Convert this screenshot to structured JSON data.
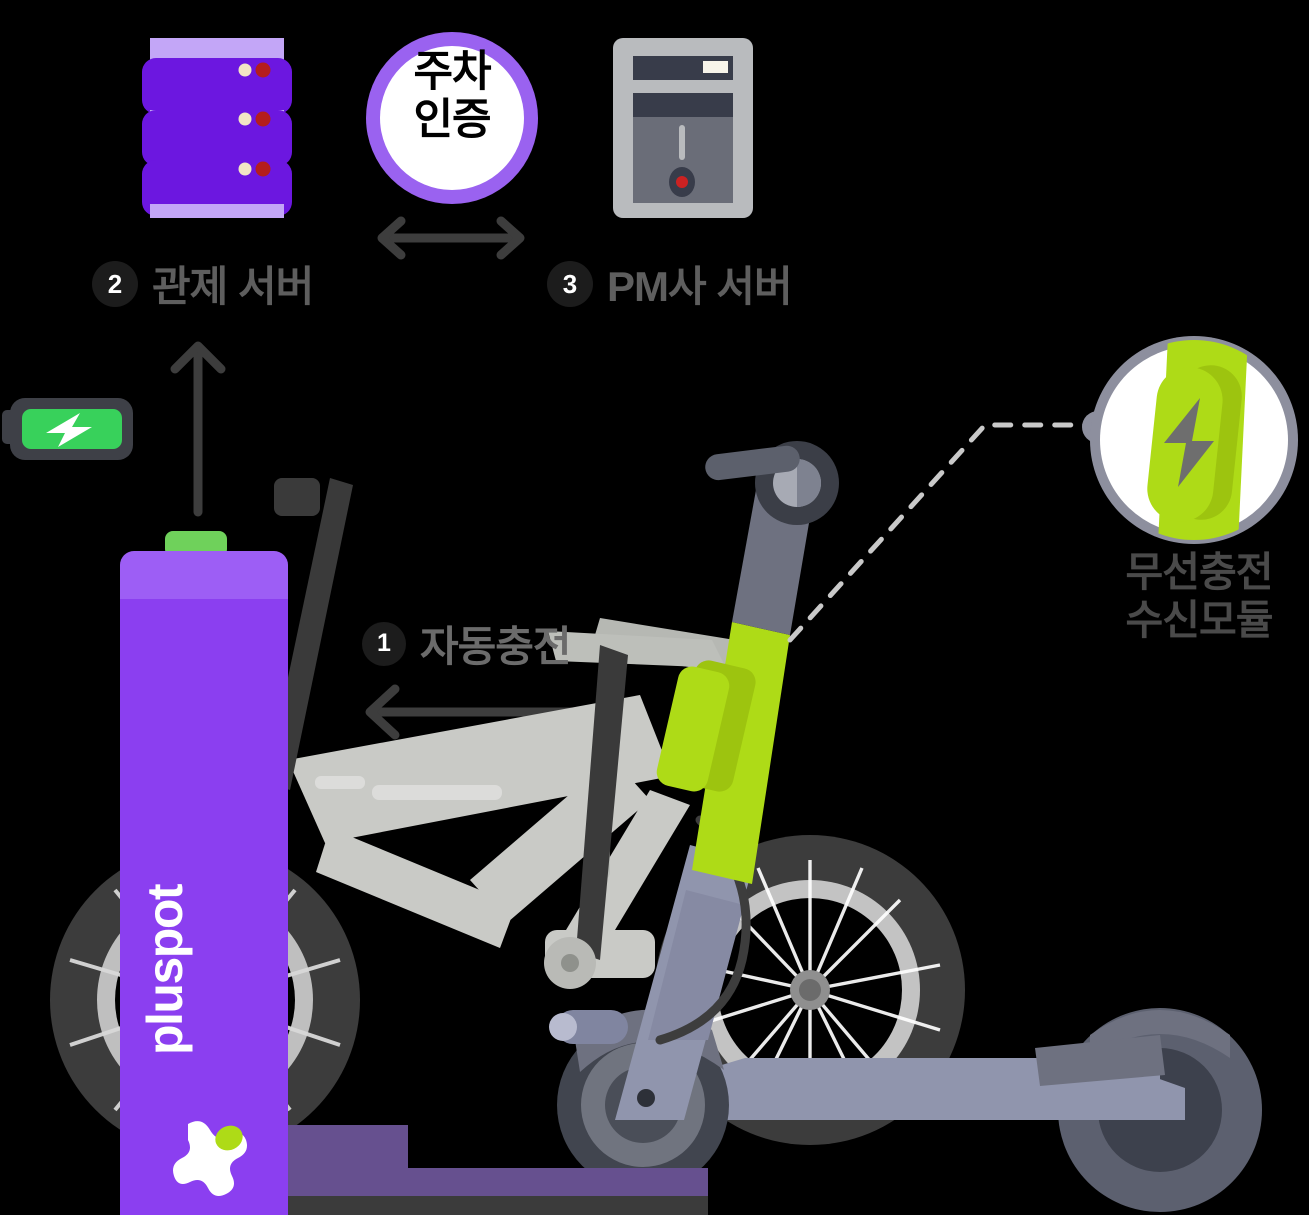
{
  "diagram": {
    "title": "Pluspot auto-charging station flow",
    "background": "#000000"
  },
  "badge": {
    "name": "parking-verification-badge",
    "line1": "주차",
    "line2": "인증",
    "ring_color": "#9a62f0",
    "fill_color": "#ffffff",
    "text_color": "#111111"
  },
  "steps": [
    {
      "number": "1",
      "label": "자동충전",
      "name": "auto-charging"
    },
    {
      "number": "2",
      "label": "관제 서버",
      "name": "control-server"
    },
    {
      "number": "3",
      "label": "PM사 서버",
      "name": "pm-company-server"
    }
  ],
  "callout": {
    "name": "wireless-charging-receiver",
    "line1": "무선충전",
    "line2": "수신모듈",
    "module_color": "#aedb17",
    "ring_color": "#8d8f9e",
    "bolt_color": "#6e6e6e"
  },
  "battery_icon": {
    "name": "battery-charging-icon",
    "fill": "#38d15b",
    "outline": "#3e4047",
    "bolt": "#ffffff"
  },
  "station": {
    "name": "pluspot-charging-pillar",
    "brand": "pluspot",
    "body_color": "#8b3ff0",
    "top_color": "#9d5ef5",
    "cap_color": "#6fd15b",
    "base_color": "#66508f",
    "logo_dot_color": "#aedb17"
  },
  "server_rack": {
    "name": "control-server-rack",
    "unit_color": "#6c17e0",
    "band_color": "#c3a6f7",
    "led_amber": "#f2e6c5",
    "led_red": "#b51d1d",
    "units": 3
  },
  "pm_tower": {
    "name": "pm-server-tower",
    "shell_color": "#b9bbbe",
    "panel_dark": "#383c4a",
    "panel_mid": "#6a6d78",
    "slot_color": "#f7f4ea",
    "power_led": "#cc2222"
  },
  "arrows": [
    {
      "name": "arrow-station-to-control-server",
      "direction": "up",
      "color": "#3d3d3d"
    },
    {
      "name": "arrow-server-to-server",
      "direction": "both",
      "color": "#3d3d3d"
    },
    {
      "name": "arrow-auto-charging-left",
      "direction": "left",
      "color": "#3d3d3d"
    },
    {
      "name": "leader-line-to-callout",
      "direction": "dashed",
      "color": "#c9c9c9"
    }
  ],
  "vehicles": [
    {
      "name": "bicycle",
      "frame_color": "#c9cac6",
      "tire_color": "#3c3c3c"
    },
    {
      "name": "kick-scooter",
      "stem_color": "#6e7180",
      "accent_color": "#aedb17",
      "deck_color": "#9095ad"
    }
  ]
}
